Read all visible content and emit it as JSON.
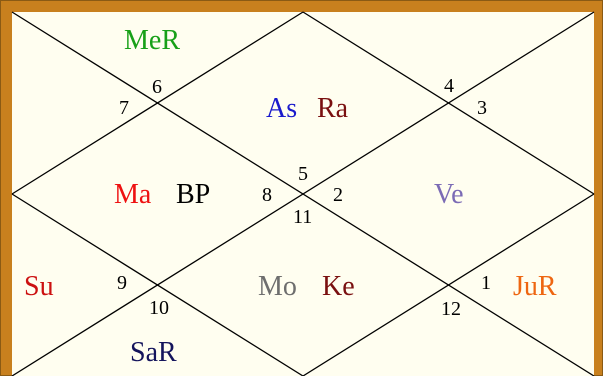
{
  "colors": {
    "frame": "#c8801e",
    "frame_edge": "#8a5a14",
    "background": "#fffef0",
    "lines": "#000000"
  },
  "house_numbers": {
    "h1": "1",
    "h2": "2",
    "h3": "3",
    "h4": "4",
    "h5": "5",
    "h6": "6",
    "h7": "7",
    "h8": "8",
    "h9": "9",
    "h10": "10",
    "h11": "11",
    "h12": "12"
  },
  "planets": {
    "mer": {
      "label": "MeR",
      "color": "#18a018"
    },
    "as": {
      "label": "As",
      "color": "#1a1acc"
    },
    "ra": {
      "label": "Ra",
      "color": "#7a1010"
    },
    "ma": {
      "label": "Ma",
      "color": "#ee1111"
    },
    "bp": {
      "label": "BP",
      "color": "#000000"
    },
    "ve": {
      "label": "Ve",
      "color": "#7b6bb5"
    },
    "su": {
      "label": "Su",
      "color": "#cc1111"
    },
    "mo": {
      "label": "Mo",
      "color": "#6e6e6e"
    },
    "ke": {
      "label": "Ke",
      "color": "#7a1010"
    },
    "jur": {
      "label": "JuR",
      "color": "#ee6611"
    },
    "sar": {
      "label": "SaR",
      "color": "#14145c"
    }
  }
}
